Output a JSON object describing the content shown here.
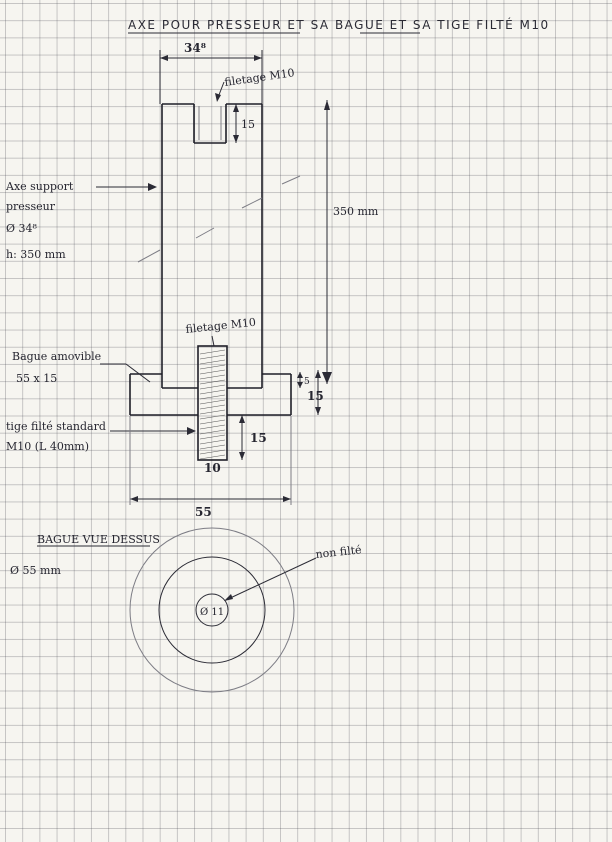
{
  "title": "AXE POUR PRESSEUR ET SA BAGUE ET SA TIGE FILTÉ M10",
  "dimensions": {
    "width_axe": "34⁸",
    "filetage_top": "filetage M10",
    "depth_15_top": "15",
    "length": "350 mm",
    "filetage_mid": "filetage M10",
    "bague_height_5": "5",
    "bague_height_15": "15",
    "tige_depth_15": "15",
    "tige_width": "10",
    "bague_width": "55"
  },
  "labels": {
    "axe_support_l1": "Axe support",
    "axe_support_l2": "presseur",
    "axe_support_l3": "Ø 34⁸",
    "axe_support_l4": "h: 350 mm",
    "bague_l1": "Bague amovible",
    "bague_l2": "55 x 15",
    "tige_l1": "tige filté standard",
    "tige_l2": "M10  (L 40mm)"
  },
  "top_view": {
    "heading": "BAGUE VUE DESSUS",
    "diameter": "Ø 55 mm",
    "non_filete": "non filté",
    "hole": "Ø 11"
  }
}
